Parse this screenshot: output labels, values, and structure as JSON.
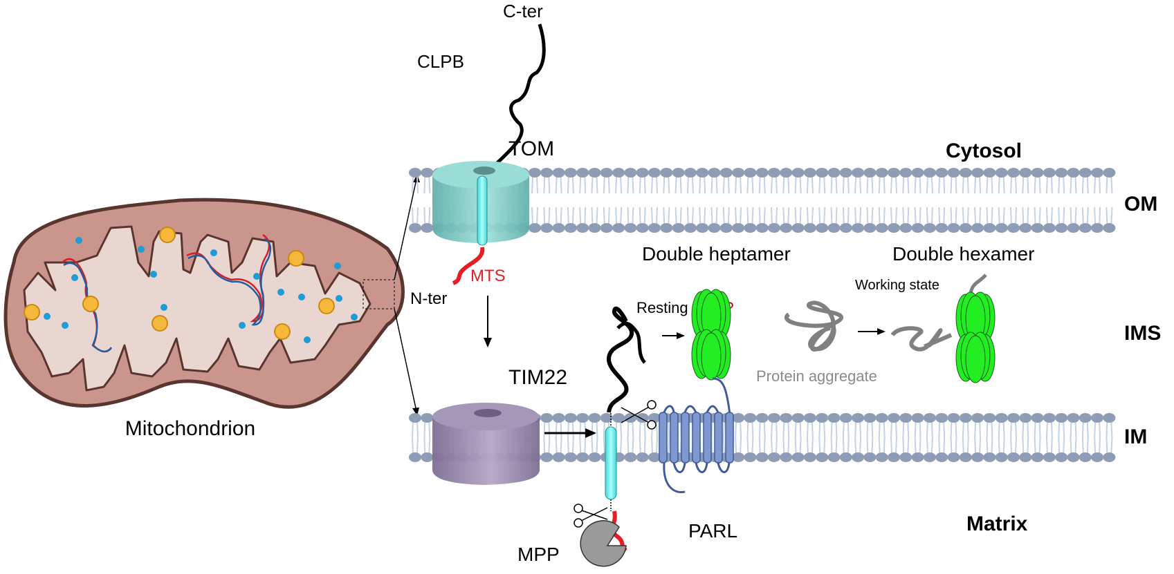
{
  "labels": {
    "mitochondrion": "Mitochondrion",
    "c_ter": "C-ter",
    "clpb": "CLPB",
    "tom": "TOM",
    "mts": "MTS",
    "n_ter": "N-ter",
    "tim22": "TIM22",
    "mpp": "MPP",
    "parl": "PARL",
    "double_heptamer": "Double heptamer",
    "resting_state": "Resting state",
    "resting_state_q": "?",
    "double_hexamer": "Double hexamer",
    "working_state": "Working state",
    "protein_aggregate": "Protein aggregate"
  },
  "compartments": {
    "cytosol": "Cytosol",
    "om": "OM",
    "ims": "IMS",
    "im": "IM",
    "matrix": "Matrix"
  },
  "colors": {
    "membrane_head": "#8e9db5",
    "membrane_tail": "#c5d2e3",
    "tom": "#7fcfcb",
    "tim22": "#9384a8",
    "mts": "#e31e24",
    "clpb_hexamer": "#22ee22",
    "parl": "#7f98cf",
    "aggregate": "#808080",
    "mito_outer": "#c9958c",
    "mito_inner": "#ead6d1",
    "question": "#c00000"
  }
}
